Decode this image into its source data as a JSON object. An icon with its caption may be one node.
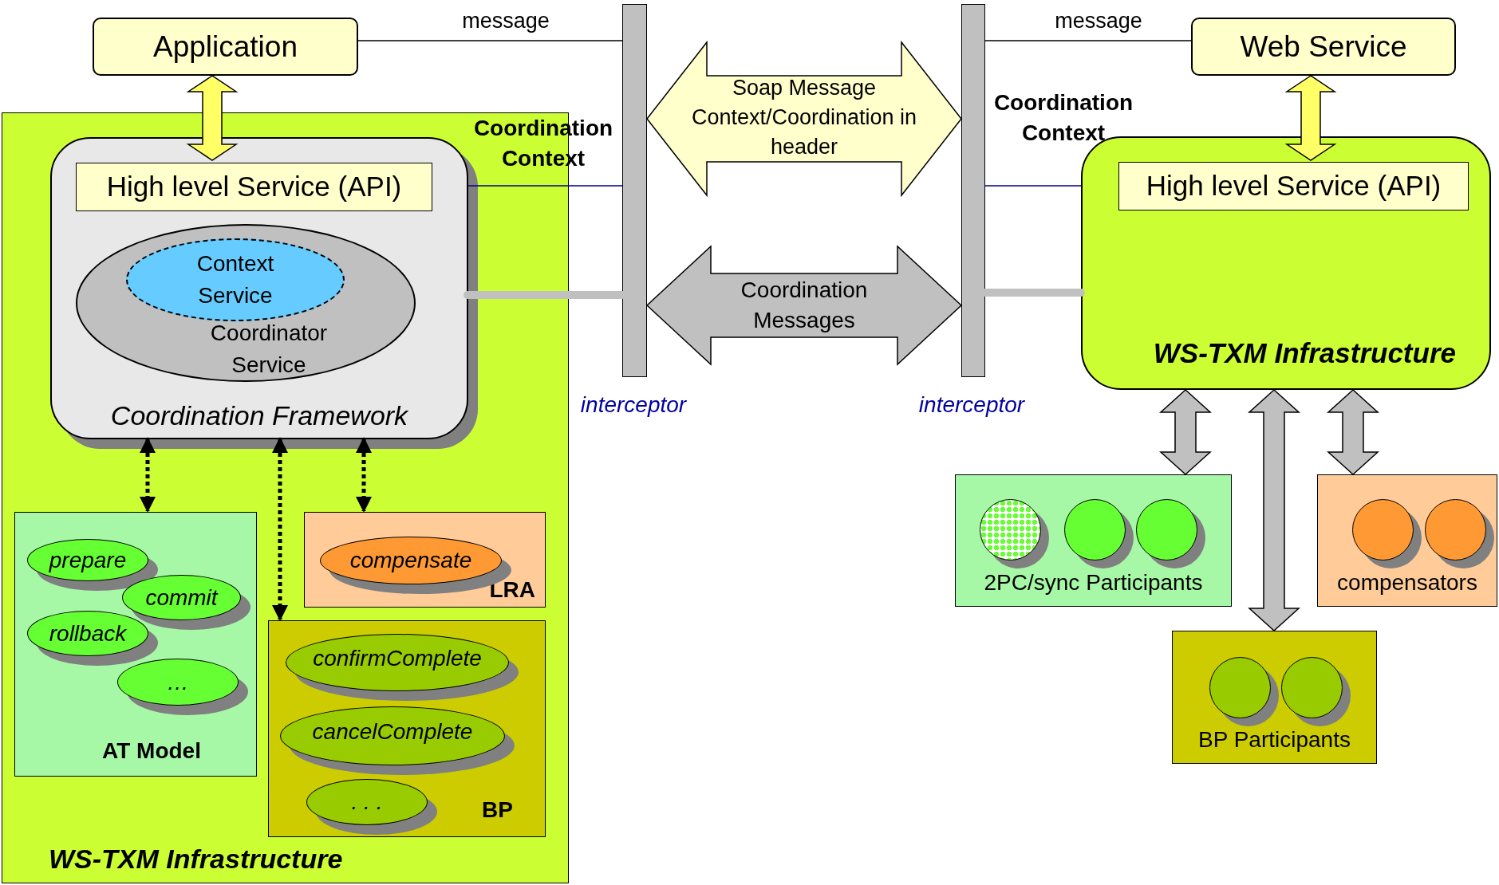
{
  "diagram": {
    "nodes": [
      {
        "text": [
          "Application"
        ]
      },
      {
        "text": [],
        "shape": "bar",
        "beside": [
          "interceptor"
        ]
      },
      {
        "text": [],
        "shape": "bar",
        "beside": [
          "interceptor"
        ]
      },
      {
        "text": [
          "Web Service"
        ]
      },
      {
        "text": [
          "WS-TXM Infrastructure"
        ]
      },
      {
        "text": [
          "Coordination Framework"
        ],
        "in": 4
      },
      {
        "text": [
          "High level Service (API)"
        ],
        "in": 5
      },
      {
        "text": [
          "Coordinator Service"
        ],
        "in": 5
      },
      {
        "text": [
          "Context Service"
        ],
        "in": 7
      },
      {
        "text": [
          "WS-TXM Infrastructure"
        ]
      },
      {
        "text": [
          "High level Service (API)"
        ],
        "in": 9
      },
      {
        "text": [
          "AT Model"
        ],
        "in": 4
      },
      {
        "text": [
          "prepare"
        ],
        "in": 11
      },
      {
        "text": [
          "commit"
        ],
        "in": 11
      },
      {
        "text": [
          "rollback"
        ],
        "in": 11
      },
      {
        "text": [
          "…"
        ],
        "in": 11
      },
      {
        "text": [
          "LRA"
        ],
        "in": 4
      },
      {
        "text": [
          "compensate"
        ],
        "in": 16
      },
      {
        "text": [
          "BP"
        ],
        "in": 4
      },
      {
        "text": [
          "confirmComplete"
        ],
        "in": 18
      },
      {
        "text": [
          "cancelComplete"
        ],
        "in": 18
      },
      {
        "text": [
          ". . ."
        ],
        "in": 18
      },
      {
        "text": [
          "2PC/sync Participants"
        ]
      },
      {
        "text": [],
        "shape": "circle",
        "in": 22
      },
      {
        "text": [],
        "shape": "circle",
        "in": 22
      },
      {
        "text": [],
        "shape": "circle",
        "in": 22
      },
      {
        "text": [
          "compensators"
        ]
      },
      {
        "text": [],
        "shape": "circle",
        "in": 26
      },
      {
        "text": [],
        "shape": "circle",
        "in": 26
      },
      {
        "text": [
          "BP Participants"
        ]
      },
      {
        "text": [],
        "shape": "circle",
        "in": 29
      },
      {
        "text": [],
        "shape": "circle",
        "in": 29
      }
    ],
    "edges": [
      {
        "from": 0,
        "to": 6,
        "arrow": "both",
        "style": "thick",
        "color": "#ffff66"
      },
      {
        "from": 0,
        "to": 1,
        "arrow": "none",
        "label": "message"
      },
      {
        "from": 2,
        "to": 3,
        "arrow": "none",
        "label": "message"
      },
      {
        "from": 5,
        "to": 1,
        "arrow": "none",
        "color": "#00008b",
        "label": "Coordination Context"
      },
      {
        "from": 2,
        "to": 9,
        "arrow": "none",
        "color": "#00008b",
        "label": "Coordination Context"
      },
      {
        "from": 5,
        "to": 1,
        "arrow": "none",
        "style": "thick",
        "color": "#c0c0c0"
      },
      {
        "from": 2,
        "to": 9,
        "arrow": "none",
        "style": "thick",
        "color": "#c0c0c0"
      },
      {
        "from": 3,
        "to": 10,
        "arrow": "both",
        "style": "thick",
        "color": "#ffff66"
      },
      {
        "from": 5,
        "to": 11,
        "arrow": "both",
        "style": "dashed"
      },
      {
        "from": 5,
        "to": 18,
        "arrow": "both",
        "style": "dashed"
      },
      {
        "from": 5,
        "to": 16,
        "arrow": "both",
        "style": "dashed"
      },
      {
        "from": 9,
        "to": 22,
        "arrow": "both",
        "style": "thick",
        "color": "#c0c0c0"
      },
      {
        "from": 9,
        "to": 29,
        "arrow": "both",
        "style": "thick",
        "color": "#c0c0c0"
      },
      {
        "from": 9,
        "to": 26,
        "arrow": "both",
        "style": "thick",
        "color": "#c0c0c0"
      },
      {
        "from": 1,
        "to": 2,
        "arrow": "both",
        "style": "thick",
        "color": "#ffffcc",
        "label": "Soap Message Context/Coordination in header"
      },
      {
        "from": 1,
        "to": 2,
        "arrow": "both",
        "style": "thick",
        "color": "#c0c0c0",
        "label": "Coordination Messages"
      }
    ]
  }
}
